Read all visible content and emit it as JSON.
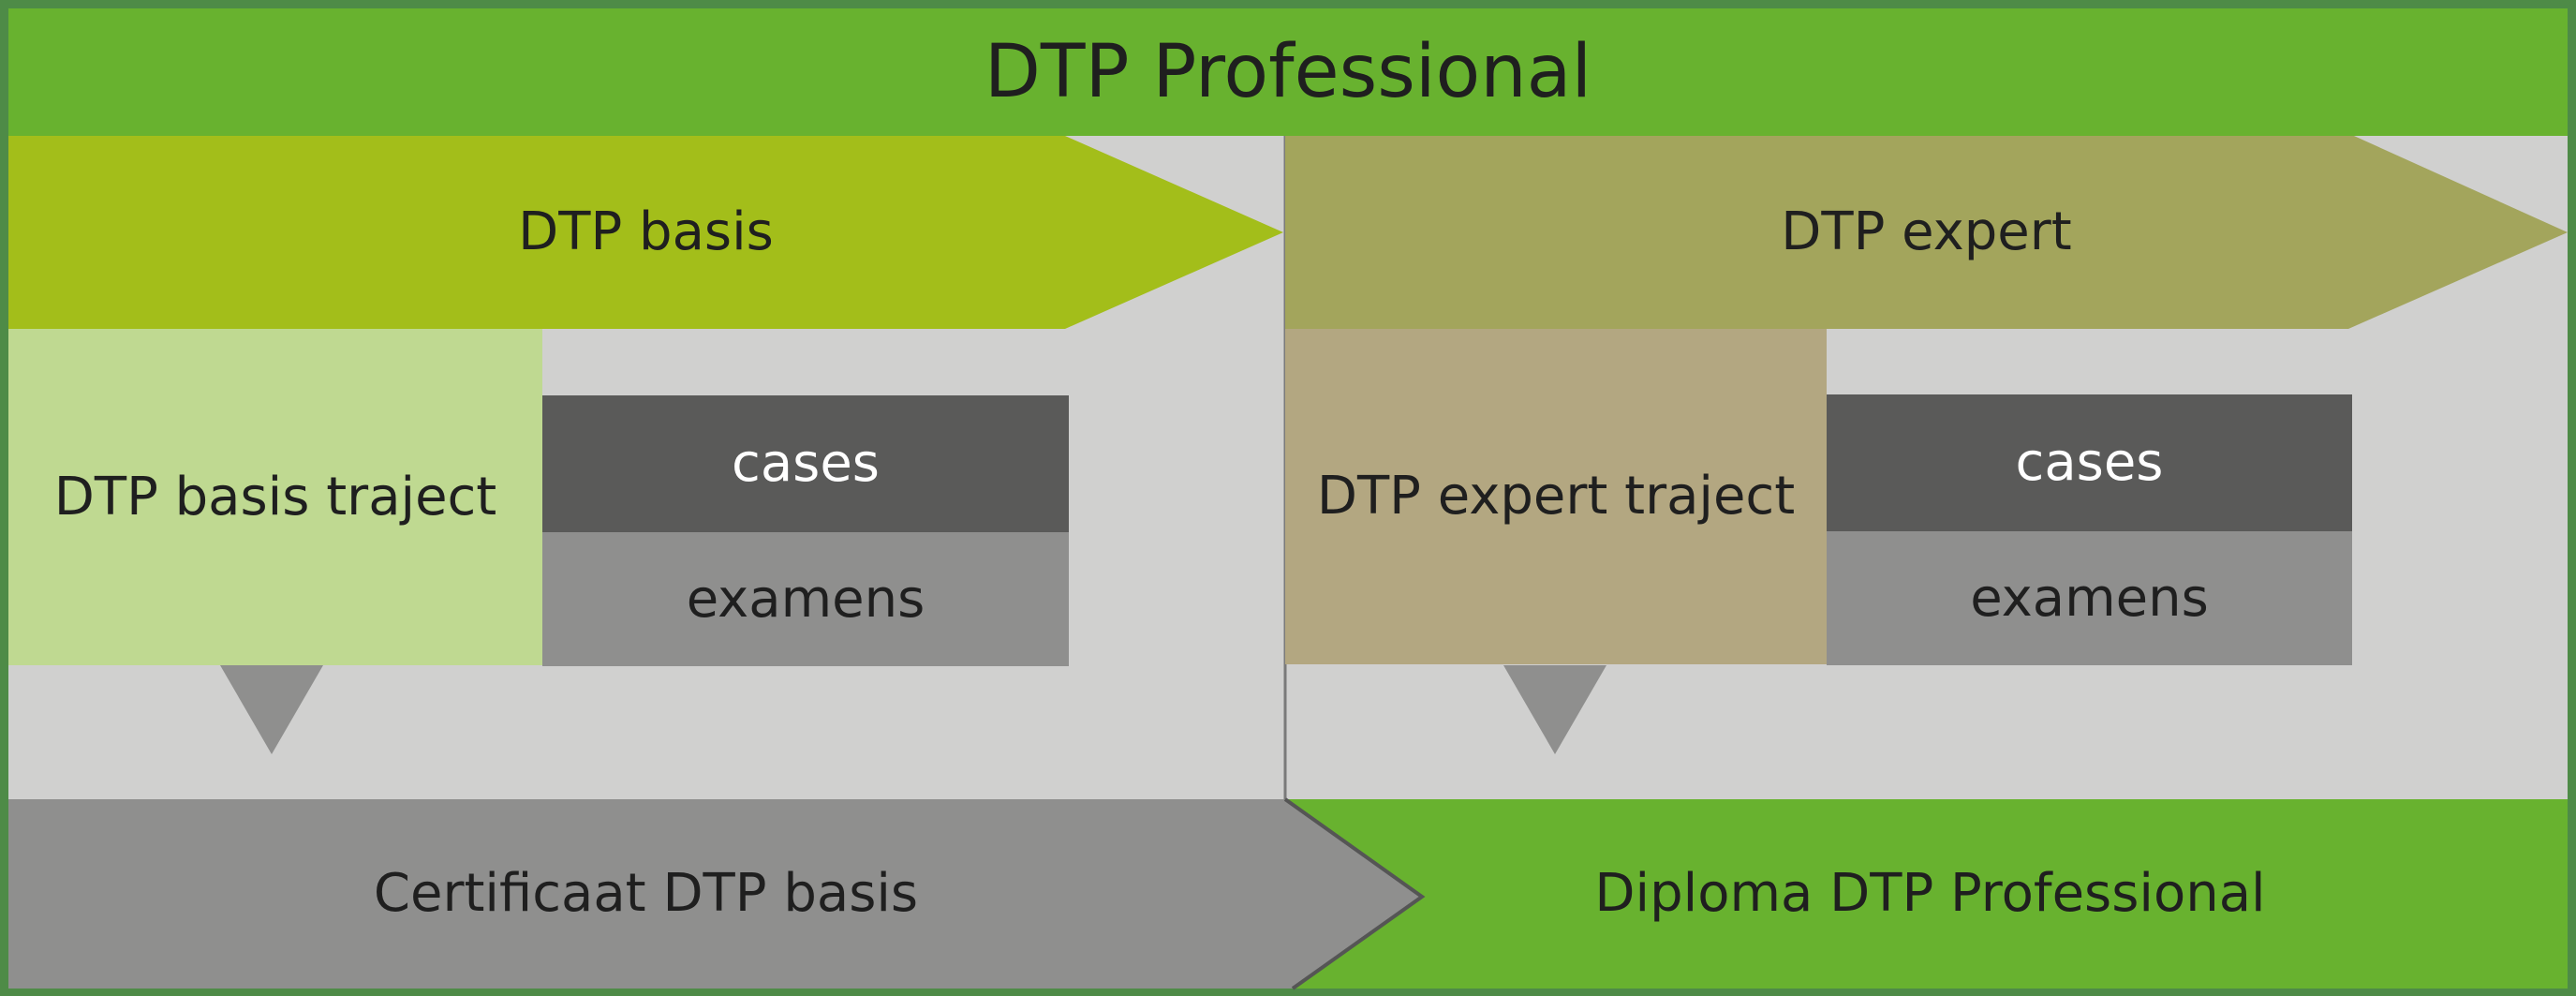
{
  "title": "DTP Professional",
  "tracks": [
    {
      "name": "DTP basis",
      "traject": "DTP basis traject",
      "cases": "cases",
      "exams": "examens",
      "outcome": "Certificaat DTP basis"
    },
    {
      "name": "DTP expert",
      "traject": "DTP expert traject",
      "cases": "cases",
      "exams": "examens",
      "outcome": "Diploma DTP Professional"
    }
  ],
  "colors": {
    "frame": "#4e8b47",
    "title_bar": "#68b22f",
    "background": "#d0d0cf",
    "basis_arrow": "#a3be1a",
    "basis_traject": "#bfd991",
    "expert_arrow": "#a3a55c",
    "expert_traject": "#b3a781",
    "cases_box": "#5a5a59",
    "exams_box": "#8f8f8e",
    "down_pointer": "#8f8f8e",
    "certificate_arrow": "#8f8f8e",
    "diploma_bar": "#68b22f"
  }
}
